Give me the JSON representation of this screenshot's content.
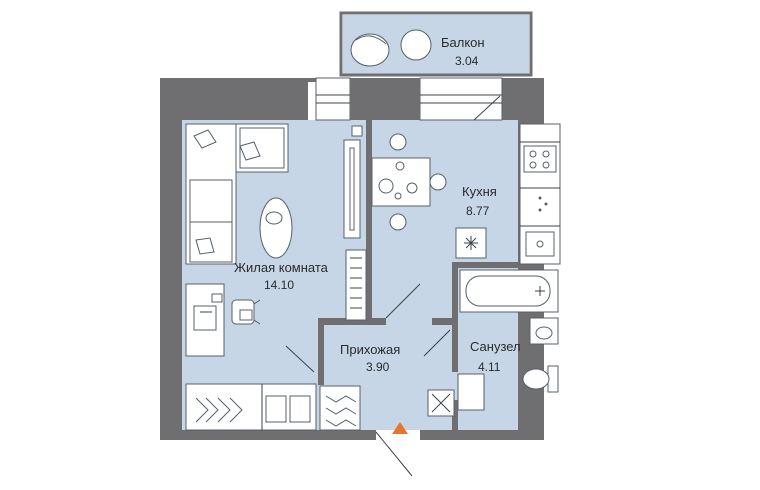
{
  "rooms": {
    "balcony": {
      "name": "Балкон",
      "area": "3.04"
    },
    "kitchen": {
      "name": "Кухня",
      "area": "8.77"
    },
    "living": {
      "name": "Жилая комната",
      "area": "14.10"
    },
    "hallway": {
      "name": "Прихожая",
      "area": "3.90"
    },
    "bathroom": {
      "name": "Санузел",
      "area": "4.11"
    }
  },
  "colors": {
    "wall": "#6f6f71",
    "floor": "#c7d6e6",
    "entrance_marker": "#e8732a"
  },
  "icons": {
    "entrance": "triangle-up-icon"
  }
}
